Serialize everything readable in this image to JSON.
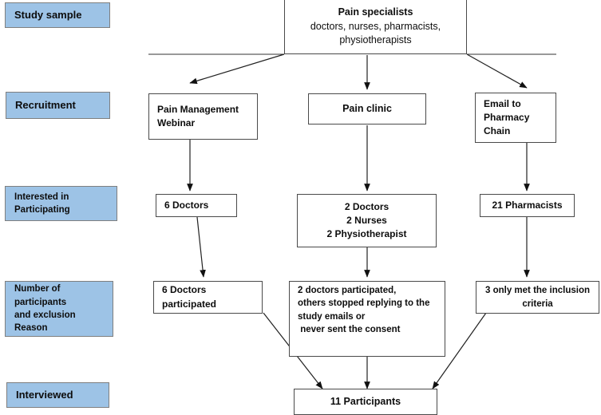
{
  "diagram": {
    "title": "Study recruitment and participation flowchart",
    "accent_color": "#9dc3e6",
    "box_border_color": "#4a4a4a",
    "stage_border_color": "#7f7f7f",
    "background": "#ffffff"
  },
  "stages": [
    {
      "id": "study-sample",
      "label": "Study sample"
    },
    {
      "id": "recruitment",
      "label": "Recruitment"
    },
    {
      "id": "interested",
      "line1": "Interested in",
      "line2": "Participating"
    },
    {
      "id": "participants",
      "line1": "Number of",
      "line2": "participants",
      "line3": "and exclusion",
      "line4": "Reason"
    },
    {
      "id": "interviewed",
      "label": "Interviewed"
    }
  ],
  "nodes": {
    "source": {
      "title": "Pain specialists",
      "line2": "doctors, nurses, pharmacists,",
      "line3": "physiotherapists"
    },
    "webinar": {
      "line1": "Pain Management",
      "line2": "Webinar"
    },
    "clinic": {
      "line1": "Pain clinic"
    },
    "email": {
      "line1": "Email to",
      "line2": "Pharmacy",
      "line3": "Chain"
    },
    "interested_webinar": {
      "line1": "6 Doctors"
    },
    "interested_clinic": {
      "line1": "2 Doctors",
      "line2": "2 Nurses",
      "line3": "2 Physiotherapist"
    },
    "interested_pharmacy": {
      "line1": "21 Pharmacists"
    },
    "outcome_webinar": {
      "line1": "6 Doctors",
      "line2": "participated"
    },
    "outcome_clinic": {
      "line1": "2 doctors participated,",
      "line2": "others stopped replying to the",
      "line3": "study emails or",
      "line4": " never sent the consent"
    },
    "outcome_pharmacy": {
      "line1": "3 only met the inclusion",
      "line2": "criteria"
    },
    "final": {
      "line1": "11 Participants"
    }
  },
  "counts": {
    "webinar_interested_doctors": 6,
    "clinic_interested_doctors": 2,
    "clinic_interested_nurses": 2,
    "clinic_interested_physiotherapists": 2,
    "pharmacy_interested_pharmacists": 21,
    "webinar_participated": 6,
    "clinic_participated": 2,
    "pharmacy_met_inclusion": 3,
    "total_participants": 11
  }
}
